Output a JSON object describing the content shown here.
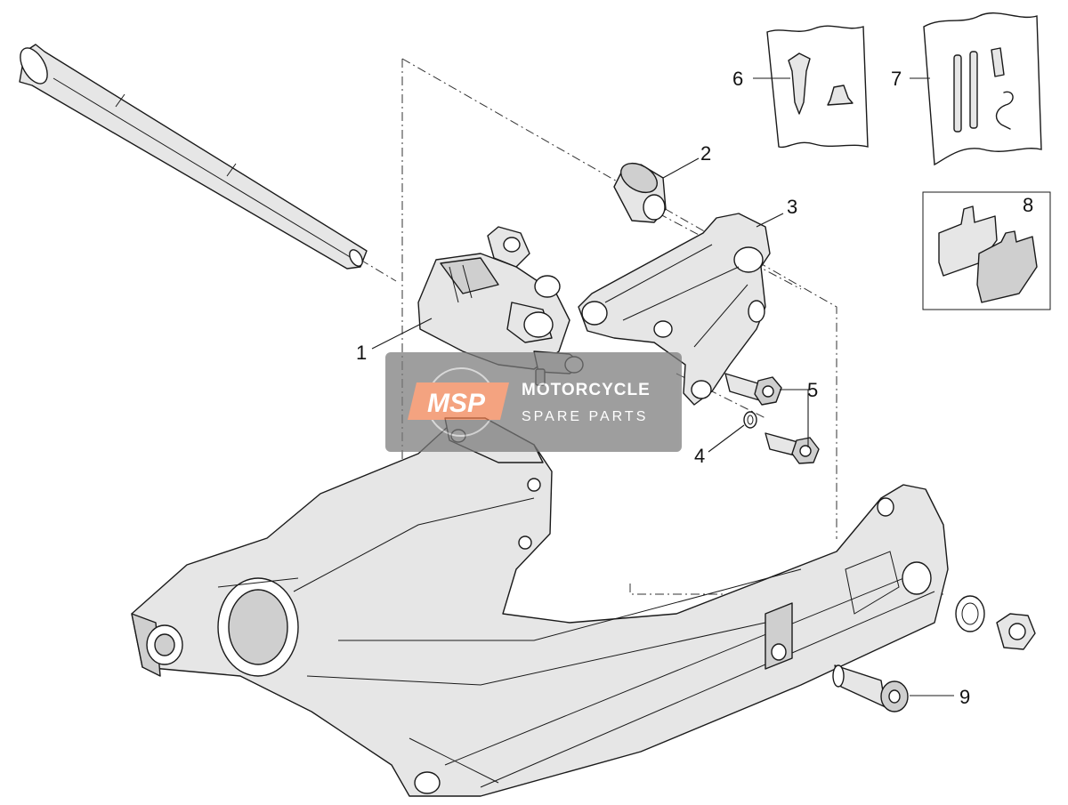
{
  "callouts": {
    "c1": "1",
    "c2": "2",
    "c3": "3",
    "c4": "4",
    "c5": "5",
    "c6": "6",
    "c7": "7",
    "c8": "8",
    "c9": "9"
  },
  "watermark": {
    "logo": "MSP",
    "brand": "MOTORCYCLE",
    "sub": "SPARE PARTS"
  },
  "colors": {
    "watermark_bg": "#7a7a7a",
    "logo_accent": "#f08050"
  }
}
